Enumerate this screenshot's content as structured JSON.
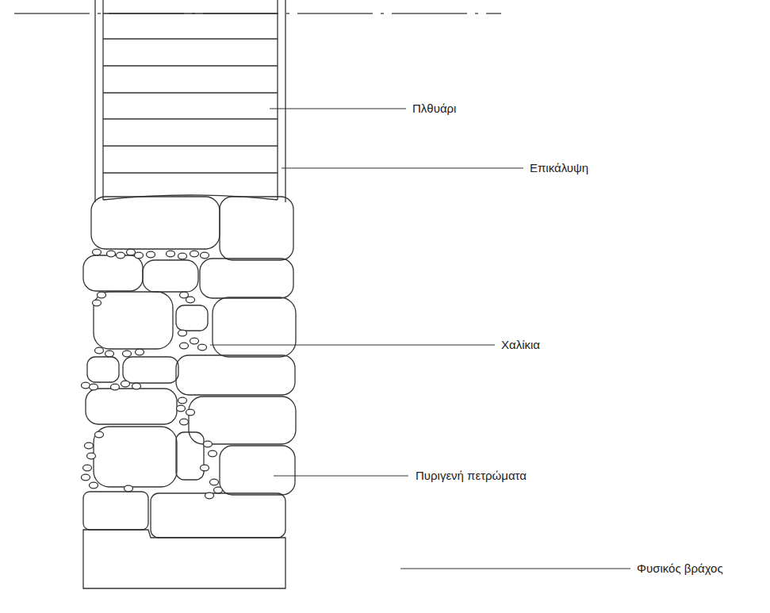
{
  "diagram": {
    "labels": [
      "Πλθυάρι",
      "Επικάλυψη",
      "Χαλίκια",
      "Πυριγενή πετρώματα",
      "Φυσικός βράχος"
    ]
  }
}
